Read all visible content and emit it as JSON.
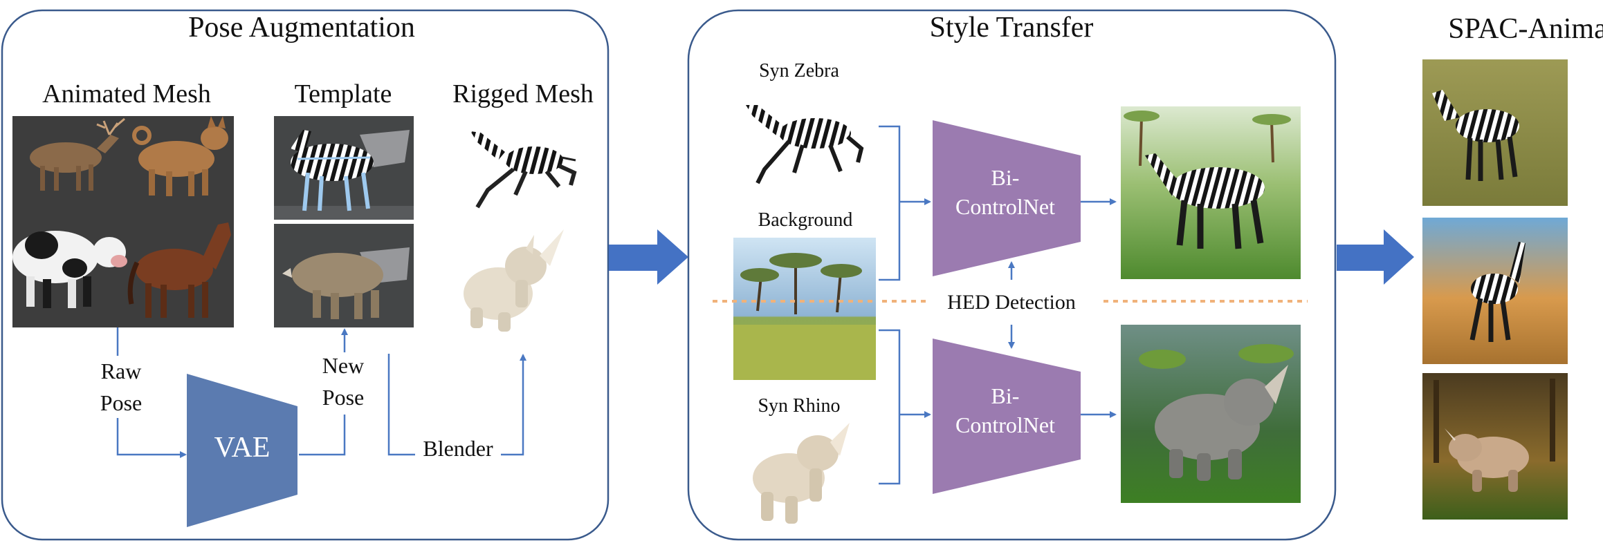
{
  "sections": {
    "pose_augmentation": "Pose Augmentation",
    "style_transfer": "Style Transfer",
    "spac_animals": "SPAC-Animals"
  },
  "labels": {
    "animated_mesh": "Animated Mesh",
    "template": "Template",
    "rigged_mesh": "Rigged Mesh",
    "raw_pose_1": "Raw",
    "raw_pose_2": "Pose",
    "new_pose_1": "New",
    "new_pose_2": "Pose",
    "vae": "VAE",
    "blender": "Blender",
    "syn_zebra": "Syn Zebra",
    "background": "Background",
    "syn_rhino": "Syn Rhino",
    "bicontrolnet_1a": "Bi-",
    "bicontrolnet_1b": "ControlNet",
    "bicontrolnet_2a": "Bi-",
    "bicontrolnet_2b": "ControlNet",
    "hed_detection": "HED Detection"
  },
  "colors": {
    "frame": "#3a5a8c",
    "arrow": "#4a78c2",
    "big_arrow": "#4472c4",
    "vae": "#5b7bb0",
    "controlnet": "#9b7bb0",
    "dotted": "#f0b27a"
  }
}
